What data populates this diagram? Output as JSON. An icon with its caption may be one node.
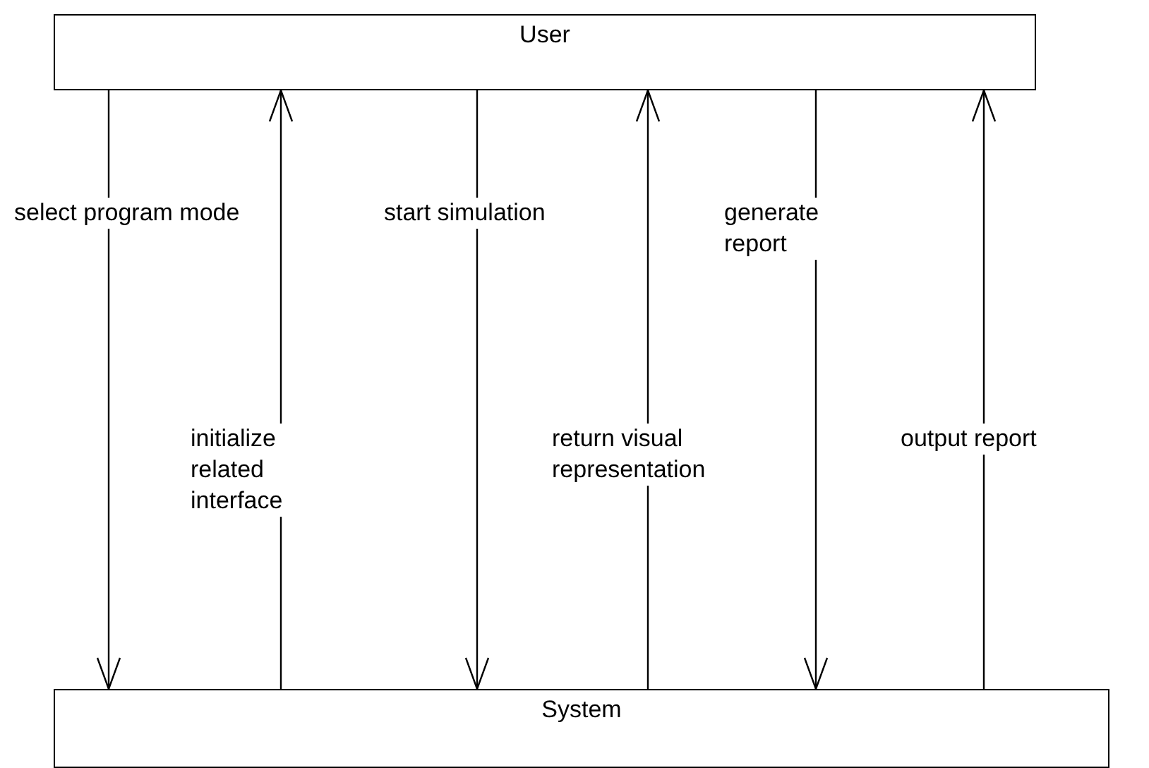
{
  "diagram": {
    "nodes": [
      {
        "text": [
          "User"
        ]
      },
      {
        "text": [
          "System"
        ]
      }
    ],
    "edges": [
      {
        "from": 0,
        "to": 1,
        "arrow": "to",
        "label": "select program mode"
      },
      {
        "from": 1,
        "to": 0,
        "arrow": "to",
        "label": "initialize related interface"
      },
      {
        "from": 0,
        "to": 1,
        "arrow": "to",
        "label": "start simulation"
      },
      {
        "from": 1,
        "to": 0,
        "arrow": "to",
        "label": "return visual representation"
      },
      {
        "from": 0,
        "to": 1,
        "arrow": "to",
        "label": "generate report"
      },
      {
        "from": 1,
        "to": 0,
        "arrow": "to",
        "label": "output report"
      }
    ]
  }
}
